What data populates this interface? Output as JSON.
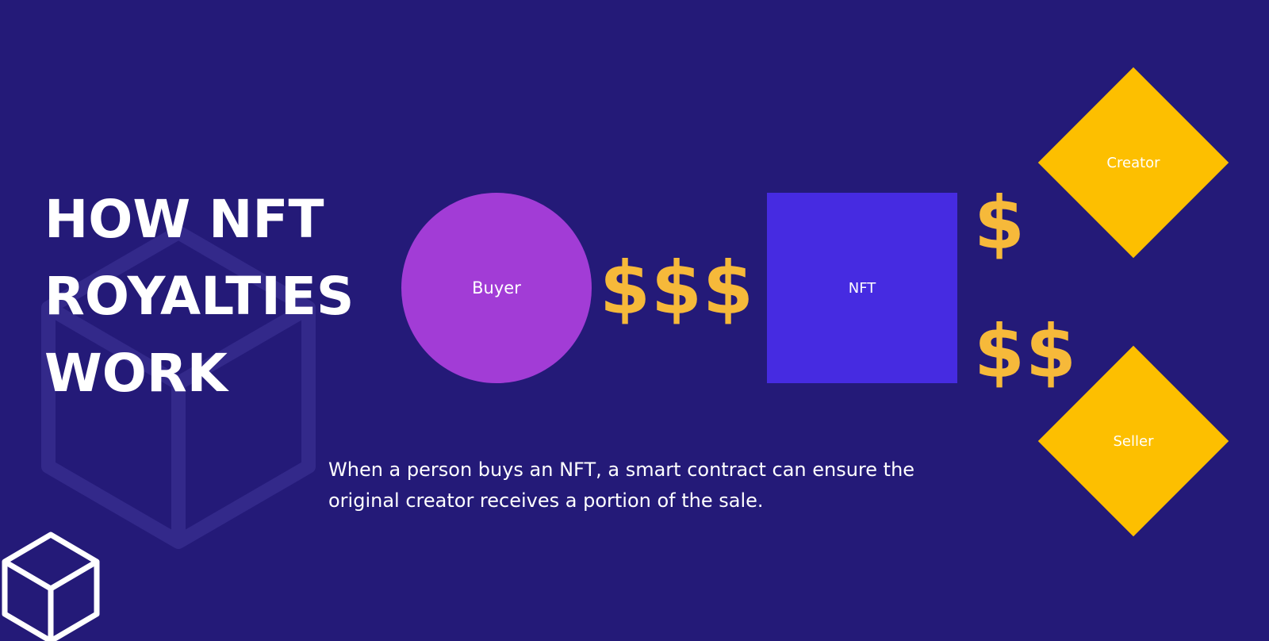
{
  "title": {
    "lines": [
      "HOW NFT",
      "ROYALTIES",
      "WORK"
    ]
  },
  "nodes": {
    "buyer": "Buyer",
    "nft": "NFT",
    "creator": "Creator",
    "seller": "Seller"
  },
  "flows": {
    "buyer_to_nft": "$$$",
    "nft_to_creator": "$",
    "nft_to_seller": "$$"
  },
  "description": "When a person buys an NFT, a smart contract  can ensure the original creator receives a portion of the sale.",
  "icons": {
    "background": "cube-outline-icon",
    "corner": "cube-outline-icon"
  },
  "colors": {
    "background": "#241a78",
    "buyer": "#a23cd6",
    "nft": "#462be1",
    "diamond": "#fdbf00",
    "dollar": "#f6b93a",
    "text": "#ffffff"
  }
}
